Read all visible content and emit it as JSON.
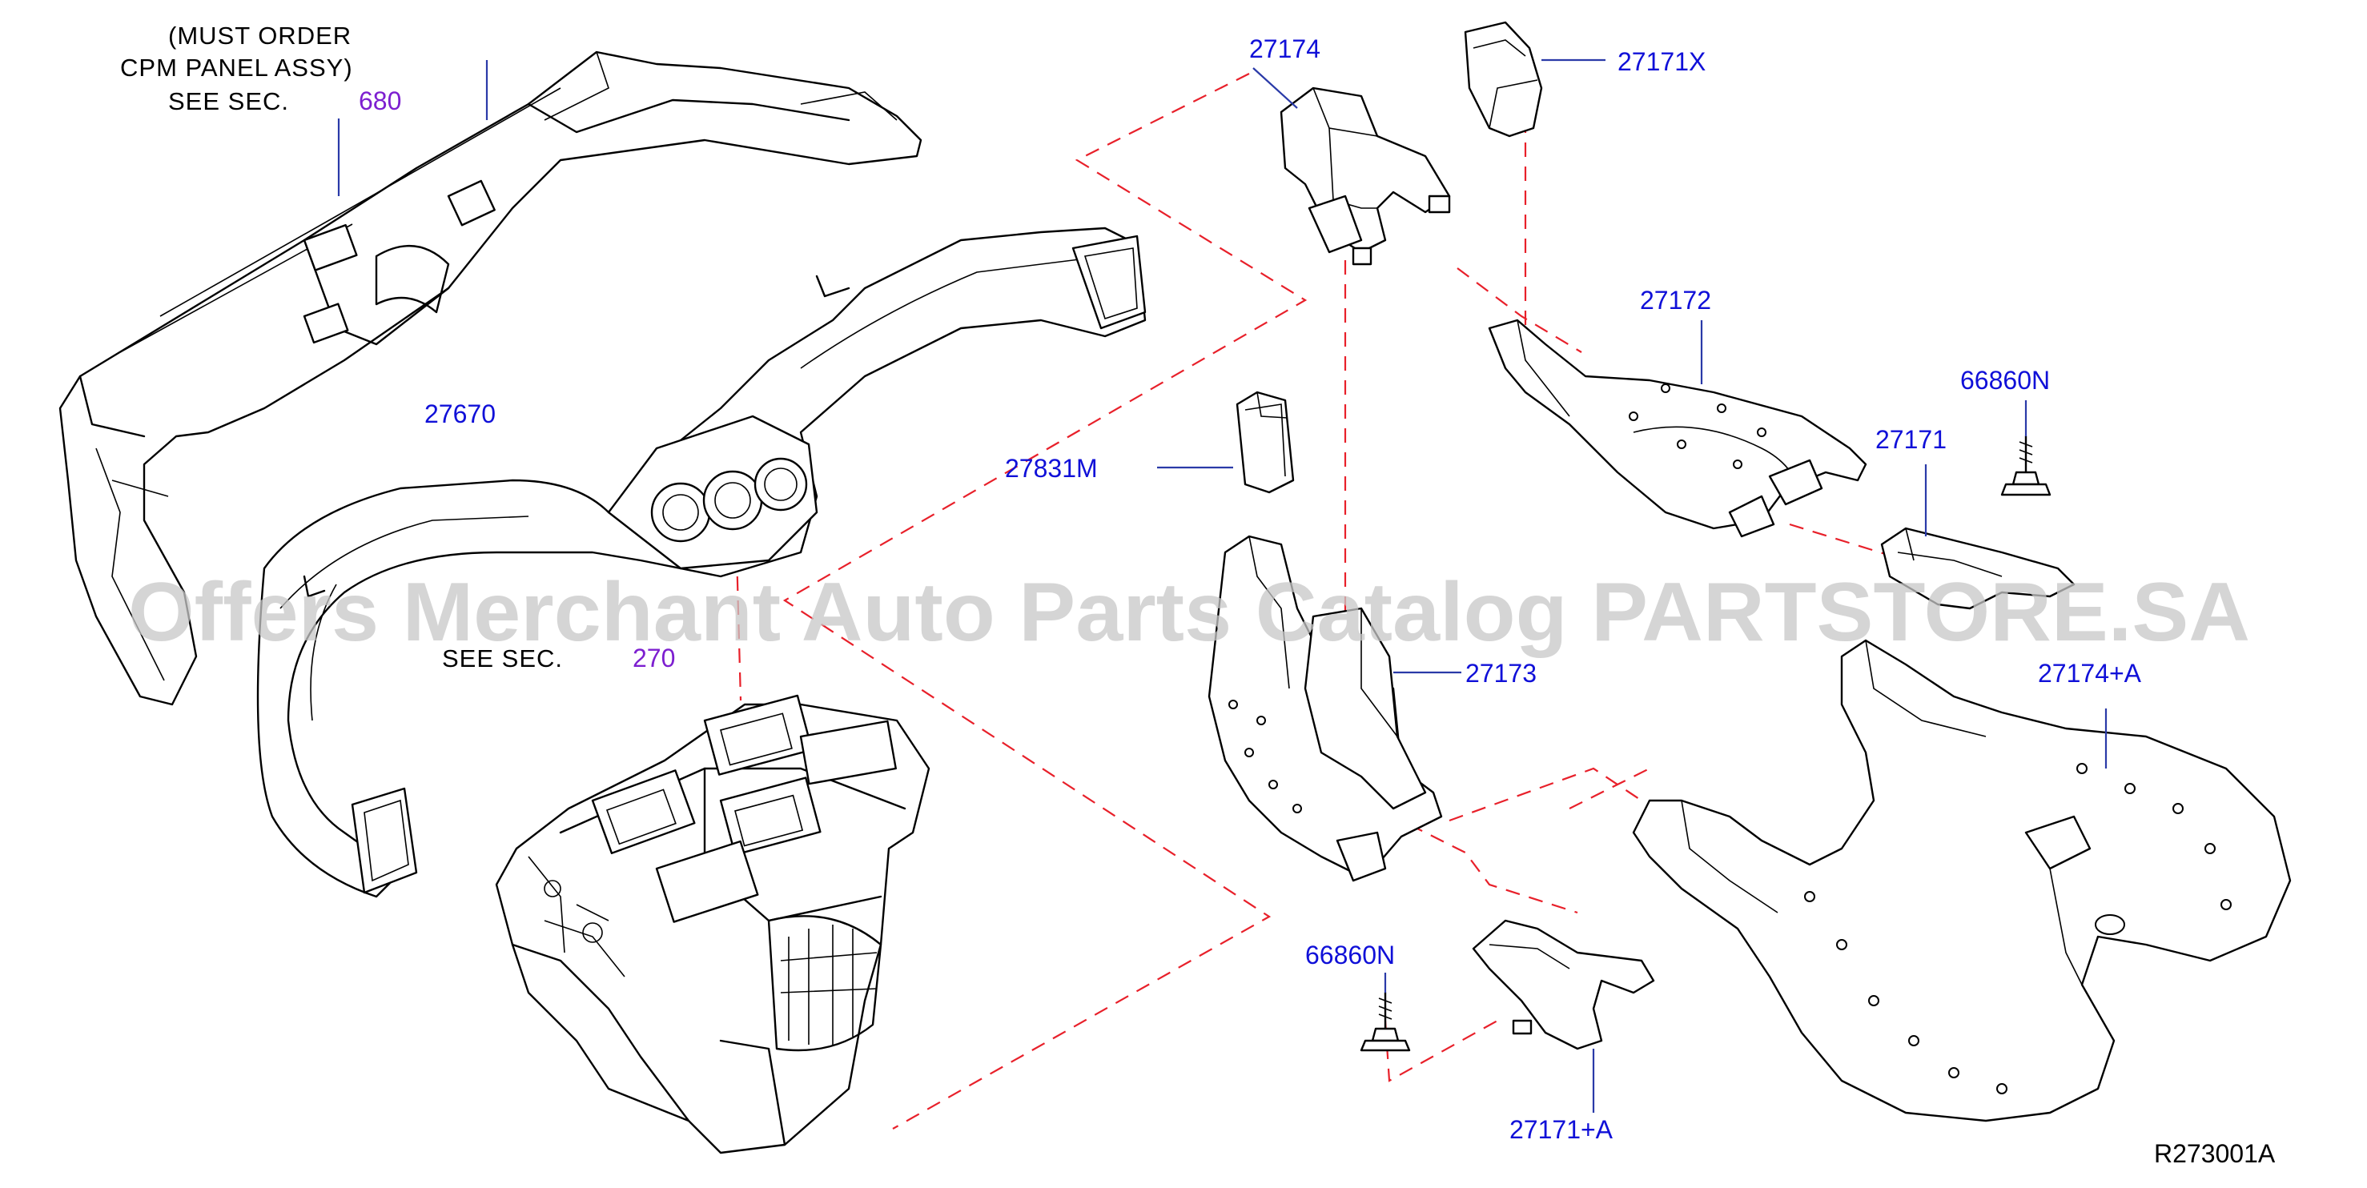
{
  "callouts": {
    "c27174": "27174",
    "c27171x": "27171X",
    "c27172": "27172",
    "c66860n_top": "66860N",
    "c27171": "27171",
    "c27670": "27670",
    "c27831m": "27831M",
    "c27173": "27173",
    "c27174a": "27174+A",
    "c66860n_bottom": "66860N",
    "c27171a": "27171+A"
  },
  "notes": {
    "must_order_line1": "(MUST  ORDER",
    "must_order_line2": "CPM  PANEL  ASSY)",
    "see_sec_label_1": "SEE  SEC.",
    "see_sec_ref_1": "680",
    "see_sec_label_2": "SEE  SEC.",
    "see_sec_ref_2": "270"
  },
  "watermark": "Offers Merchant Auto Parts Catalog PARTSTORE.SA",
  "diagram_code": "R273001A",
  "colors": {
    "callout": "#1010d8",
    "section_link": "#7d1fd0",
    "dashed_line": "#e8202a",
    "leader": "#2a3aa8"
  }
}
